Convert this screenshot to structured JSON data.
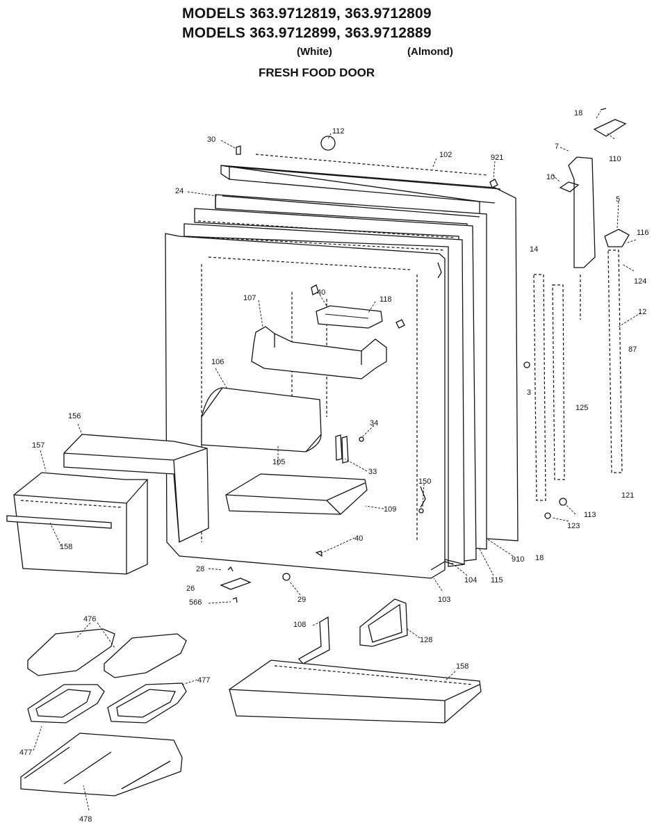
{
  "header": {
    "line1": "MODELS 363.9712819, 363.9712809",
    "line2": "MODELS 363.9712899, 363.9712889",
    "color_white": "(White)",
    "color_almond": "(Almond)",
    "section": "FRESH FOOD DOOR"
  },
  "labels": {
    "p30": "30",
    "p112": "112",
    "p102": "102",
    "p921": "921",
    "p18a": "18",
    "p110": "110",
    "p7": "7",
    "p10": "10",
    "p24": "24",
    "p5": "5",
    "p116": "116",
    "p14": "14",
    "p124": "124",
    "p107": "107",
    "p40a": "40",
    "p118": "118",
    "p106": "106",
    "p156": "156",
    "p157": "157",
    "p34": "34",
    "p33": "33",
    "p105": "105",
    "p87": "87",
    "p3": "3",
    "p125": "125",
    "p150": "150",
    "p109": "109",
    "p113": "113",
    "p121": "121",
    "p123": "123",
    "p158a": "158",
    "p40b": "40",
    "p910": "910",
    "p18b": "18",
    "p28": "28",
    "p115": "115",
    "p104": "104",
    "p103": "103",
    "p26": "26",
    "p566": "566",
    "p29": "29",
    "p108": "108",
    "p128": "128",
    "p476": "476",
    "p158b": "158",
    "p477a": "477",
    "p477b": "477",
    "p478": "478",
    "p12": "12"
  }
}
